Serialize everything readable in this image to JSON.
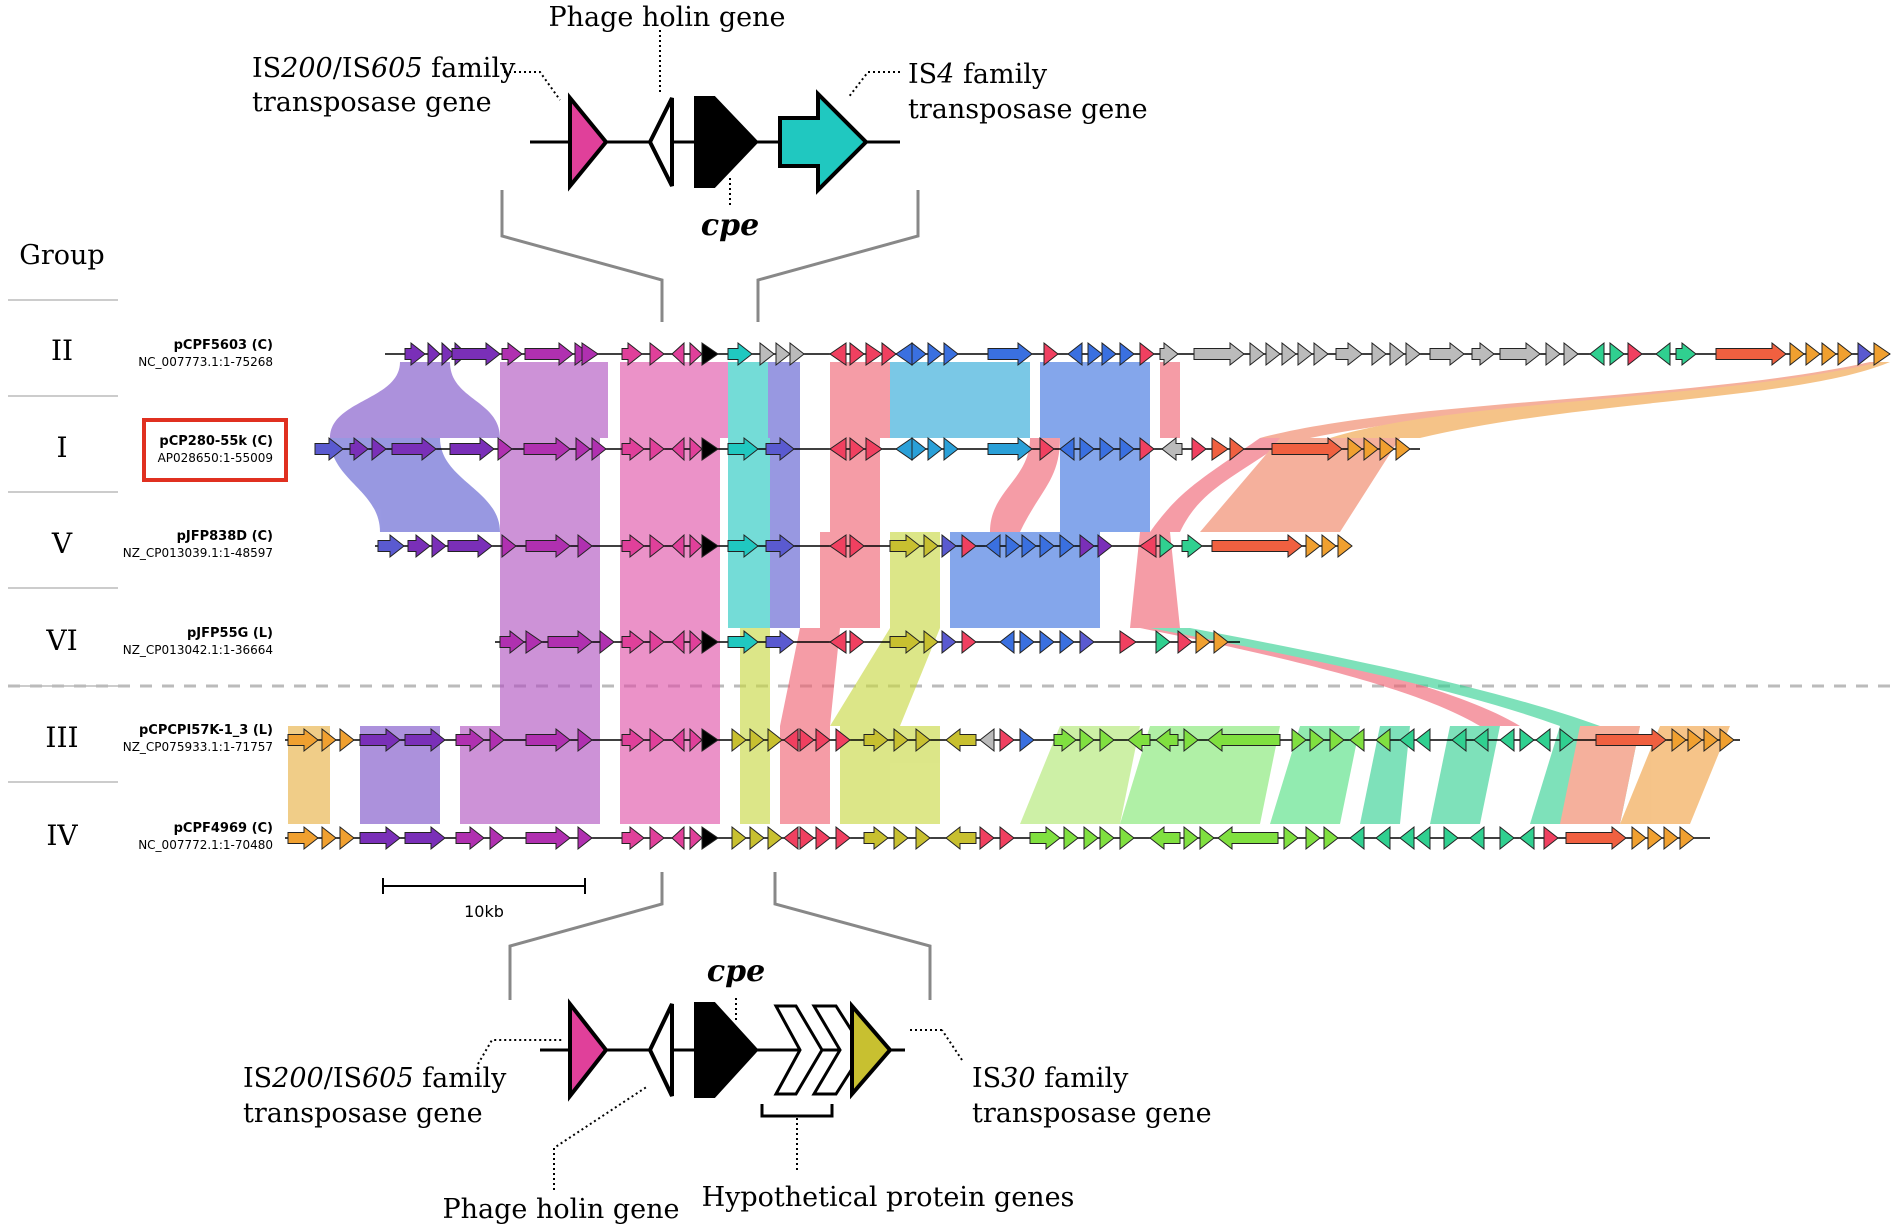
{
  "group_header": "Group",
  "scale_label": "10kb",
  "top_inset": {
    "label_holin": "Phage holin gene",
    "label_is200_line1_a": "IS",
    "label_is200_line1_b": "200",
    "label_is200_line1_c": "/IS",
    "label_is200_line1_d": "605",
    "label_is200_line1_e": " family",
    "label_is200_line2": "transposase gene",
    "label_is4_line1_a": "IS",
    "label_is4_line1_b": "4",
    "label_is4_line1_c": " family",
    "label_is4_line2": "transposase gene",
    "label_cpe": "cpe"
  },
  "bottom_inset": {
    "label_cpe": "cpe",
    "label_is200_line1_a": "IS",
    "label_is200_line1_b": "200",
    "label_is200_line1_c": "/IS",
    "label_is200_line1_d": "605",
    "label_is200_line1_e": " family",
    "label_is200_line2": "transposase gene",
    "label_is30_line1_a": "IS",
    "label_is30_line1_b": "30",
    "label_is30_line1_c": " family",
    "label_is30_line2": "transposase gene",
    "label_holin": "Phage holin gene",
    "label_hypo": "Hypothetical protein genes"
  },
  "colors": {
    "is200": "#e0409a",
    "is4": "#20c8c0",
    "is30": "#c8c030",
    "cpe": "#000000",
    "highlight_box": "#e03020",
    "separator": "#b0b0b0"
  },
  "tracks": [
    {
      "group": "II",
      "name": "pCPF5603 (C)",
      "accession": "NC_007773.1:1-75268"
    },
    {
      "group": "I",
      "name": "pCP280-55k (C)",
      "accession": "AP028650:1-55009",
      "highlighted": true
    },
    {
      "group": "V",
      "name": "pJFP838D (C)",
      "accession": "NZ_CP013039.1:1-48597"
    },
    {
      "group": "VI",
      "name": "pJFP55G (L)",
      "accession": "NZ_CP013042.1:1-36664"
    },
    {
      "group": "III",
      "name": "pCPCPI57K-1_3 (L)",
      "accession": "NZ_CP075933.1:1-71757"
    },
    {
      "group": "IV",
      "name": "pCPF4969 (C)",
      "accession": "NC_007772.1:1-70480"
    }
  ]
}
